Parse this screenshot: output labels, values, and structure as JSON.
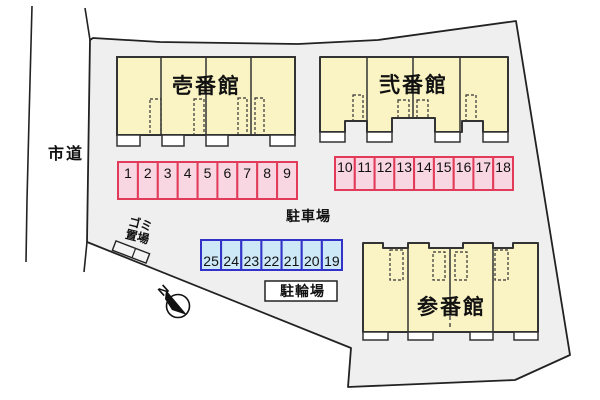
{
  "plan": {
    "road_label": "市道",
    "parking_lot_label": "駐車場",
    "bike_parking_label": "駐輪場",
    "garbage_label_line1": "ゴミ",
    "garbage_label_line2": "置場",
    "compass_label": "N",
    "buildings": [
      {
        "name": "壱番館"
      },
      {
        "name": "弐番館"
      },
      {
        "name": "参番館"
      }
    ],
    "parking_rows": {
      "row1": [
        "1",
        "2",
        "3",
        "4",
        "5",
        "6",
        "7",
        "8",
        "9"
      ],
      "row2": [
        "10",
        "11",
        "12",
        "13",
        "14",
        "15",
        "16",
        "17",
        "18"
      ],
      "row3": [
        "25",
        "24",
        "23",
        "22",
        "21",
        "20",
        "19"
      ]
    },
    "colors": {
      "site_fill": "#efefef",
      "building_fill": "#faf3c4",
      "building_border": "#333333",
      "car_space_fill": "#f8d7e2",
      "car_space_border": "#e23b5a",
      "bike_space_fill": "#cde8f6",
      "bike_space_border": "#3232c8",
      "boundary_line": "#222222"
    }
  }
}
